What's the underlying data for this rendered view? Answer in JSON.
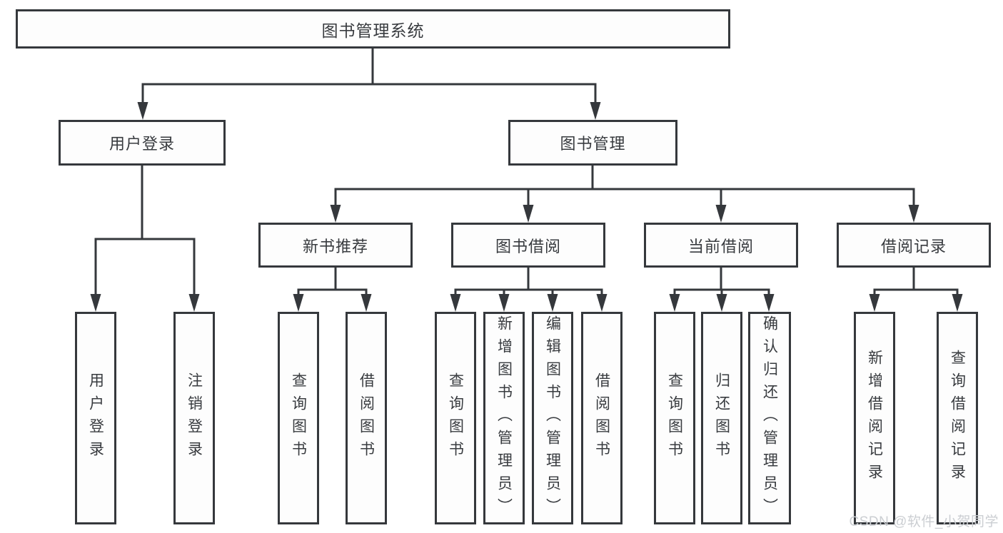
{
  "title": "图书管理系统",
  "watermark": "CSDN @软件_小贺同学",
  "colors": {
    "line": "#35383c",
    "text": "#383b3f",
    "box_background": "#fdfdfd",
    "watermark": "#cbced2",
    "page_background": "#ffffff"
  },
  "tree": {
    "root": {
      "label": "图书管理系统"
    },
    "children": [
      {
        "label": "用户登录",
        "children": [
          {
            "label": "用户登录"
          },
          {
            "label": "注销登录"
          }
        ]
      },
      {
        "label": "图书管理",
        "children": [
          {
            "label": "新书推荐",
            "children": [
              {
                "label": "查询图书"
              },
              {
                "label": "借阅图书"
              }
            ]
          },
          {
            "label": "图书借阅",
            "children": [
              {
                "label": "查询图书"
              },
              {
                "label": "新增图书（管理员）"
              },
              {
                "label": "编辑图书（管理员）"
              },
              {
                "label": "借阅图书"
              }
            ]
          },
          {
            "label": "当前借阅",
            "children": [
              {
                "label": "查询图书"
              },
              {
                "label": "归还图书"
              },
              {
                "label": "确认归还（管理员）"
              }
            ]
          },
          {
            "label": "借阅记录",
            "children": [
              {
                "label": "新增借阅记录"
              },
              {
                "label": "查询借阅记录"
              }
            ]
          }
        ]
      }
    ]
  }
}
